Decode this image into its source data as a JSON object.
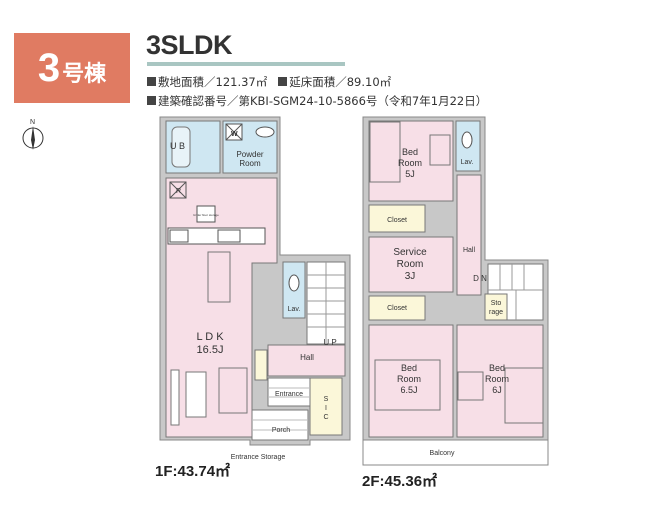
{
  "header": {
    "building_number": "3",
    "building_suffix": "号棟",
    "layout_type": "3SLDK",
    "site_area": "敷地面積／121.37㎡",
    "floor_area": "延床面積／89.10㎡",
    "confirmation_number": "建築確認番号／第KBI-SGM24-10-5866号（令和7年1月22日）"
  },
  "compass": {
    "label": "N"
  },
  "colors": {
    "badge": "#e07b62",
    "room_pink": "#f7dfe7",
    "wet_blue": "#cfe7f2",
    "closet_yellow": "#fbf7d9",
    "wall": "#8c8c8c"
  },
  "floor1": {
    "label": "1F:43.74㎡",
    "rooms": {
      "ub": "U B",
      "wash": "W",
      "powder_room_1": "Powder",
      "powder_room_2": "Room",
      "fridge": "R",
      "underfloor_storage": "Under floor storage",
      "ldk_1": "L D K",
      "ldk_2": "16.5J",
      "lav": "Lav.",
      "up": "U P",
      "hall": "Hall",
      "entrance": "Entrance",
      "sic_s": "S",
      "sic_i": "I",
      "sic_c": "C",
      "porch": "Porch",
      "entrance_storage": "Entrance Storage"
    }
  },
  "floor2": {
    "label": "2F:45.36㎡",
    "rooms": {
      "bed5_1": "Bed",
      "bed5_2": "Room",
      "bed5_3": "5J",
      "lav": "Lav.",
      "closet_a": "Closet",
      "service_1": "Service",
      "service_2": "Room",
      "service_3": "3J",
      "hall": "Hall",
      "dn": "D N",
      "closet_b": "Closet",
      "storage_1": "Sto",
      "storage_2": "rage",
      "bed65_1": "Bed",
      "bed65_2": "Room",
      "bed65_3": "6.5J",
      "bed6_1": "Bed",
      "bed6_2": "Room",
      "bed6_3": "6J",
      "balcony": "Balcony"
    }
  }
}
